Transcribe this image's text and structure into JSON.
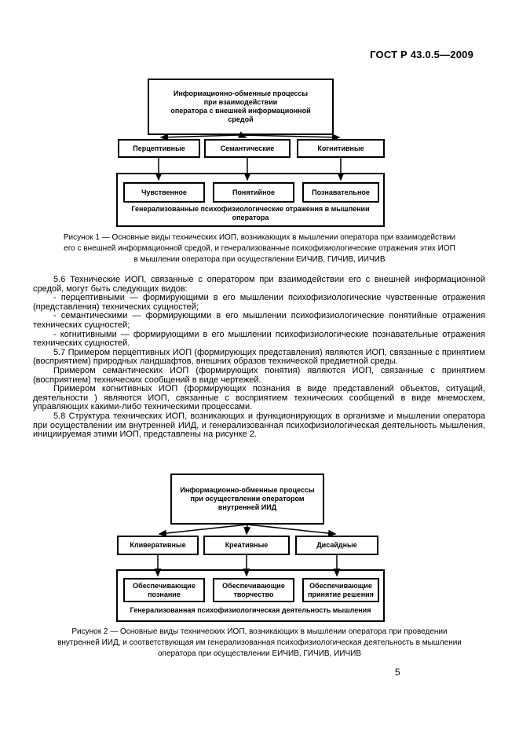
{
  "page": {
    "header": "ГОСТ Р 43.0.5—2009",
    "page_number": "5"
  },
  "figure1": {
    "top_box": "Информационно-обменные процессы\nпри взаимодействии\nоператора с внешней информационной\nсредой",
    "middle_boxes": [
      "Перцептивные",
      "Семантические",
      "Когнитивные"
    ],
    "inner_boxes": [
      "Чувственное",
      "Понятийное",
      "Познавательное"
    ],
    "container_label": "Генерализованные психофизиологические отражения в мышлении\nоператора",
    "caption": "Рисунок  1 — Основные виды технических ИОП, возникающих в мышлении оператора при взаимодействии\nего с внешней информационной средой, и генерализованные психофизиологические отражения этих ИОП\nв мышлении оператора при осуществлении ЕИЧИВ, ГИЧИВ, ИИЧИВ"
  },
  "body": {
    "paragraphs": [
      "5.6  Технические ИОП, связанные с оператором при взаимодействии его с внешней информационной средой, могут быть следующих видов:",
      "-  перцептивными — формирующими в его мышлении психофизиологические чувственные отражения (представления) технических сущностей;",
      "-  семантическими — формирующими в его мышлении психофизиологические понятийные отражения технических сущностей;",
      "-  когнитивными — формирующими в его мышлении психофизиологические познавательные отражения технических сущностей.",
      "5.7  Примером перцептивных ИОП (формирующих представления) являются ИОП, связанные с принятием (восприятием) природных ландшафтов, внешних образов технической предметной среды.",
      "Примером семантических ИОП (формирующих понятия) являются ИОП, связанные с принятием (восприятием) технических сообщений в виде чертежей.",
      "Примером когнитивных ИОП (формирующих познания в виде представлений объектов, ситуаций, деятельности ) являются ИОП, связанные с восприятием технических сообщений в виде мнемосхем, управляющих какими-либо техническими процессами.",
      "5.8  Структура технических ИОП, возникающих и функционирующих в организме и мышлении оператора при осуществлении им внутренней ИИД, и генерализованная психофизиологическая деятельность мышления, инициируемая этими ИОП, представлены на рисунке 2."
    ]
  },
  "figure2": {
    "top_box": "Информационно-обменные процессы\nпри осуществлении оператором\nвнутренней ИИД",
    "middle_boxes": [
      "Кливеративные",
      "Креативные",
      "Дисайдные"
    ],
    "inner_boxes": [
      "Обеспечивающие\nпознание",
      "Обеспечивающие\nтворчество",
      "Обеспечивающие\nпринятие решения"
    ],
    "container_label": "Генерализованная психофизиологическая деятельность мышления",
    "caption": "Рисунок  2 — Основные виды технических ИОП, возникающих в мышлении оператора при проведении\nвнутренней ИИД, и соответствующая им генерализованная психофизиологическая деятельность в мышлении\nоператора при осуществлении ЕИЧИВ, ГИЧИВ, ИИЧИВ"
  }
}
